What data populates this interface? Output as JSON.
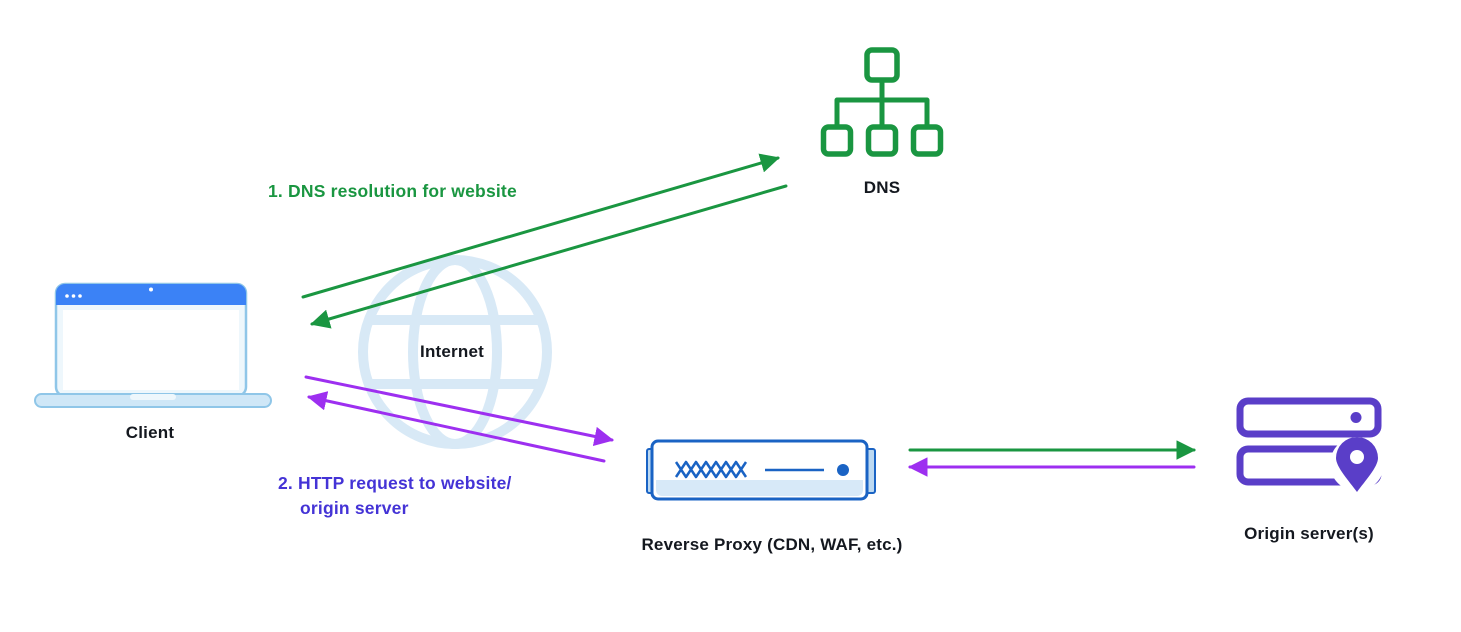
{
  "nodes": {
    "client": {
      "label": "Client"
    },
    "dns": {
      "label": "DNS"
    },
    "internet": {
      "label": "Internet"
    },
    "reverse_proxy": {
      "label": "Reverse Proxy (CDN, WAF, etc.)"
    },
    "origin": {
      "label": "Origin server(s)"
    }
  },
  "annotations": {
    "step1": {
      "label": "1. DNS resolution for website"
    },
    "step2": {
      "line1": "2. HTTP request to website/",
      "line2": "origin server"
    }
  },
  "icons": {
    "client": "laptop-icon",
    "dns": "dns-tree-icon",
    "internet": "globe-icon",
    "reverse_proxy": "proxy-appliance-icon",
    "origin": "server-stack-location-pin-icon"
  },
  "colors": {
    "arrow_green": "#1a9641",
    "arrow_purple": "#9d2ff0",
    "step1_text": "#1a9641",
    "step2_text": "#4433d6",
    "proxy_blue": "#1a63c4",
    "origin_purple": "#5a3ec8",
    "globe_light_blue": "#d8e9f6",
    "laptop_bar_blue": "#3b82f6",
    "label_dark": "#14181f",
    "background": "#ffffff"
  }
}
